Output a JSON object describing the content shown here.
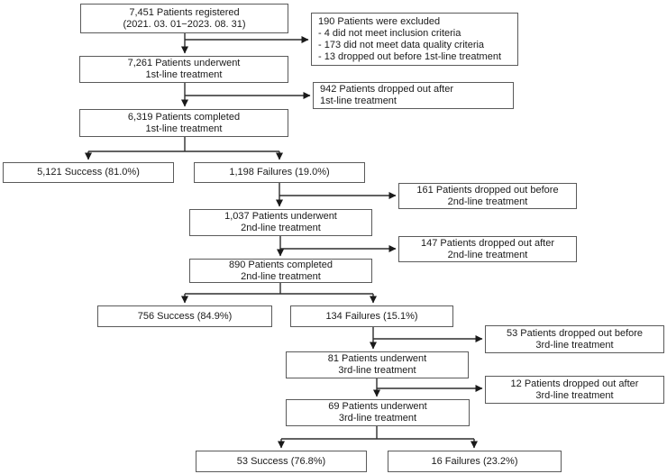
{
  "flowchart": {
    "nodes": {
      "registered": {
        "text": "7,451 Patients registered\n(2021. 03. 01−2023. 08. 31)"
      },
      "underwent_1st": {
        "text": "7,261 Patients underwent\n1st-line treatment"
      },
      "completed_1st": {
        "text": "6,319 Patients completed\n1st-line treatment"
      },
      "success_1st": {
        "text": "5,121 Success (81.0%)"
      },
      "failures_1st": {
        "text": "1,198 Failures (19.0%)"
      },
      "underwent_2nd": {
        "text": "1,037 Patients underwent\n2nd-line treatment"
      },
      "completed_2nd": {
        "text": "890 Patients completed\n2nd-line treatment"
      },
      "success_2nd": {
        "text": "756 Success (84.9%)"
      },
      "failures_2nd": {
        "text": "134 Failures (15.1%)"
      },
      "underwent_3rd": {
        "text": "81 Patients underwent\n3rd-line treatment"
      },
      "completed_3rd": {
        "text": "69 Patients underwent\n3rd-line treatment"
      },
      "success_3rd": {
        "text": "53 Success (76.8%)"
      },
      "failures_3rd": {
        "text": "16 Failures (23.2%)"
      },
      "excluded": {
        "text": "190 Patients were excluded\n- 4 did not meet inclusion criteria\n- 173 did not meet data quality criteria\n- 13 dropped out before 1st-line treatment"
      },
      "dropped_after_1st": {
        "text": "942 Patients dropped out after\n1st-line treatment"
      },
      "dropped_before_2nd": {
        "text": "161 Patients dropped out before\n2nd-line treatment"
      },
      "dropped_after_2nd": {
        "text": "147 Patients dropped out after\n2nd-line treatment"
      },
      "dropped_before_3rd": {
        "text": "53 Patients dropped out before\n3rd-line treatment"
      },
      "dropped_after_3rd": {
        "text": "12 Patients dropped out after\n3rd-line treatment"
      }
    },
    "colors": {
      "background": "#ffffff",
      "box_fill": "#ffffff",
      "box_border": "#5a5a5a",
      "connector": "#2e2e2e",
      "text": "#1a1a1a"
    }
  }
}
